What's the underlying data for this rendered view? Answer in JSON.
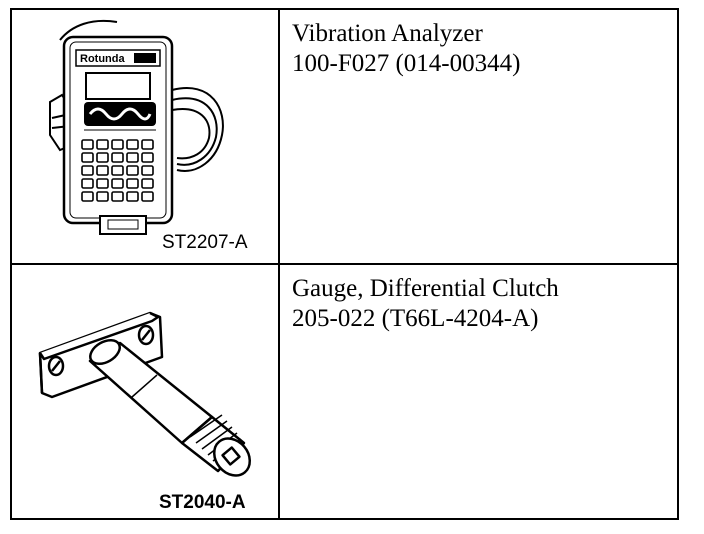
{
  "tools": [
    {
      "name": "Vibration Analyzer",
      "part_number": "100-F027 (014-00344)",
      "illustration_label": "ST2207-A",
      "device_brand_text": "Rotunda"
    },
    {
      "name": "Gauge, Differential Clutch",
      "part_number": "205-022 (T66L-4204-A)",
      "illustration_label": "ST2040-A"
    }
  ]
}
